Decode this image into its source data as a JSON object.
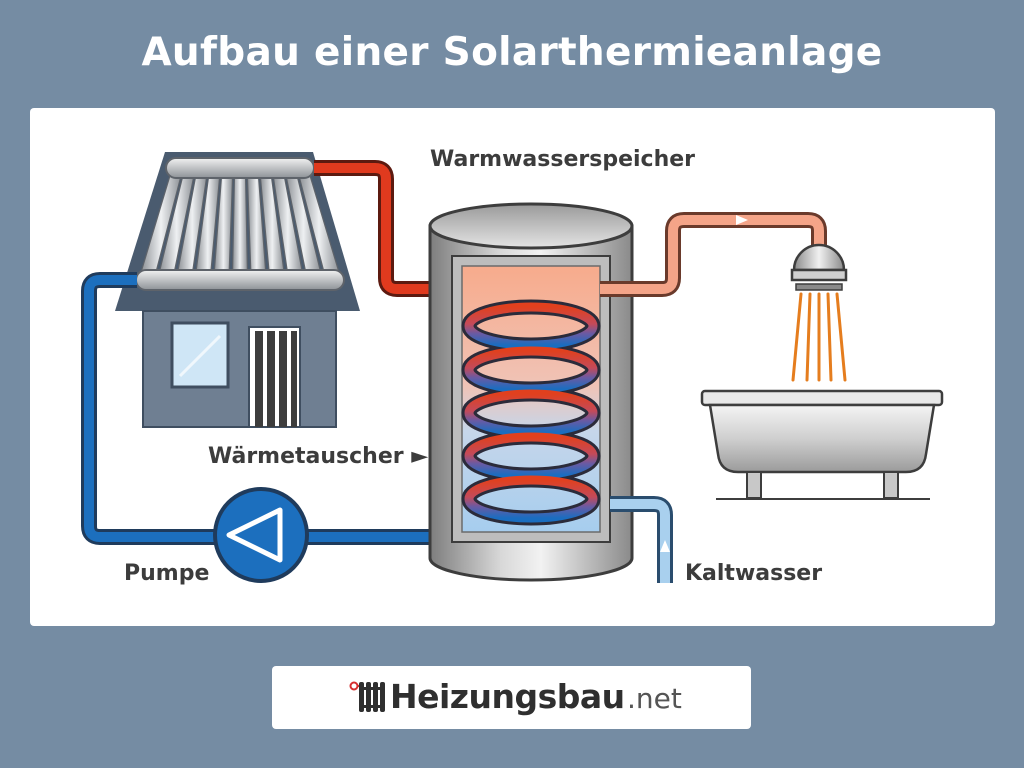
{
  "title": "Aufbau einer Solarthermieanlage",
  "labels": {
    "storage": "Warmwasserspeicher",
    "heat_exchanger": "Wärmetauscher ►",
    "pump": "Pumpe",
    "cold_water": "Kaltwasser"
  },
  "logo": {
    "name": "Heizungsbau",
    "tld": ".net"
  },
  "colors": {
    "background": "#758ca3",
    "hot_pipe": "#e03a1e",
    "cold_pipe": "#1c6fbe",
    "warm_water": "#f5a98a",
    "cold_water": "#a9d0ee"
  }
}
